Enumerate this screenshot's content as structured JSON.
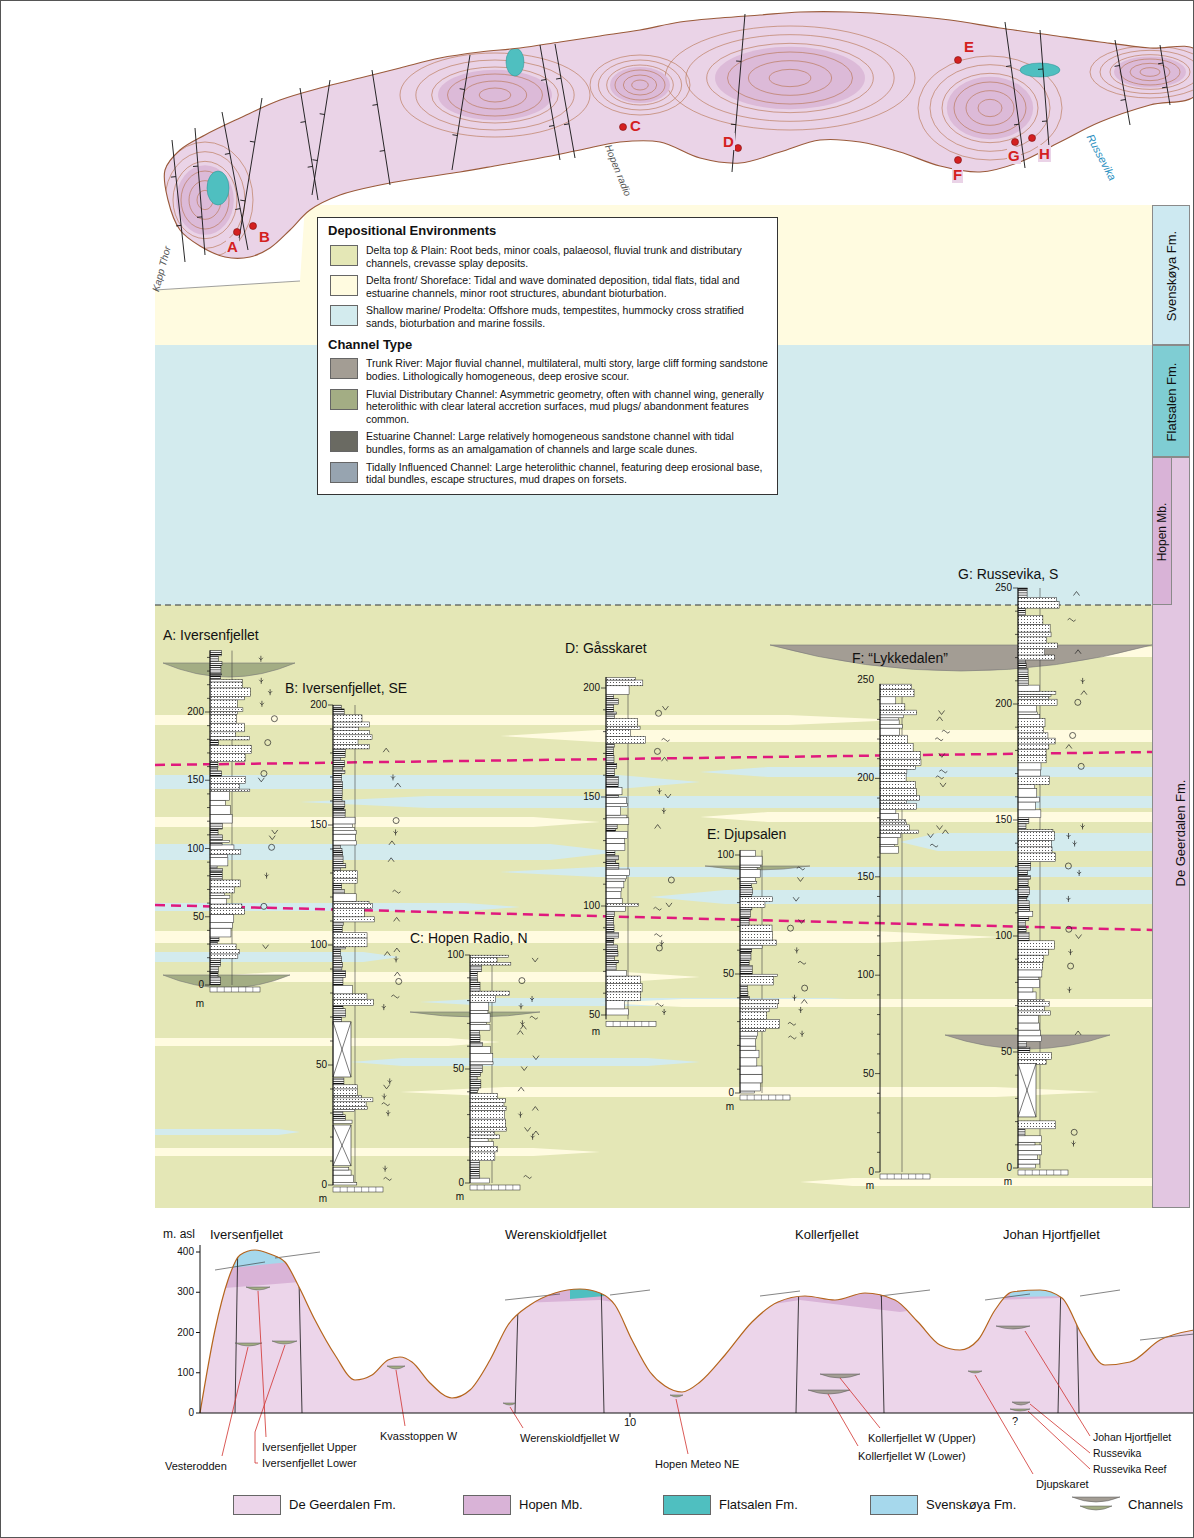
{
  "diagram": {
    "nodes": [
      {
        "text": [
          "Depositional Environments",
          "Channel Type"
        ]
      },
      {
        "text": [
          "Svenskøya Fm."
        ]
      },
      {
        "text": [
          "Flatsalen Fm."
        ]
      },
      {
        "text": [
          "De Geerdalen Fm."
        ]
      },
      {
        "text": [
          "Hopen Mb."
        ],
        "in": 3
      }
    ],
    "labels": [
      "Kapp Thor",
      "Hopen radio",
      "Russevika",
      "A",
      "B",
      "C",
      "D",
      "E",
      "F",
      "G",
      "H",
      "A: Iversenfjellet",
      "B: Iversenfjellet, SE",
      "C: Hopen Radio, N",
      "D: Gåsskaret",
      "E: Djupsalen",
      "F: “Lykkedalen”",
      "G: Russevika, S",
      "200",
      "150",
      "100",
      "50",
      "0",
      "m",
      "200",
      "150",
      "100",
      "50",
      "0",
      "m",
      "100",
      "50",
      "0",
      "m",
      "200",
      "150",
      "100",
      "50",
      "m",
      "100",
      "50",
      "0",
      "m",
      "250",
      "200",
      "150",
      "100",
      "50",
      "0",
      "m",
      "250",
      "200",
      "150",
      "100",
      "50",
      "0",
      "m",
      "m. asl",
      "400",
      "300",
      "200",
      "100",
      "0",
      "10",
      "Iversenfjellet",
      "Werenskioldfjellet",
      "Kollerfjellet",
      "Johan Hjortfjellet",
      "Vesterodden",
      "Iversenfjellet Upper",
      "Iversenfjellet Lower",
      "Kvasstoppen W",
      "Werenskioldfjellet W",
      "Hopen Meteo NE",
      "Kollerfjellet W (Upper)",
      "Kollerfjellet W (Lower)",
      "Djupskaret",
      "Johan Hjortfjellet",
      "Russevika",
      "Russevika Reef",
      "?"
    ],
    "legend": [
      {
        "text": "Delta top & Plain: Root beds, minor coals, palaeosol, fluvial trunk and distributary channels, crevasse splay deposits.",
        "color": "#e4e7b6"
      },
      {
        "text": "Delta front/ Shoreface: Tidal and wave dominated deposition, tidal flats, tidal and estuarine channels, minor root structures, abundant bioturbation.",
        "color": "#fffbe0"
      },
      {
        "text": "Shallow marine/ Prodelta: Offshore muds, tempestites, hummocky cross stratified sands, bioturbation and marine fossils.",
        "color": "#d3ebee"
      },
      {
        "text": "Trunk River: Major fluvial channel, multilateral, multi story, large cliff forming sandstone bodies. Lithologically homogeneous, deep erosive scour.",
        "color": "#a39d94"
      },
      {
        "text": "Fluvial Distributary Channel: Asymmetric geometry, often with channel wing, generally heterolithic with clear lateral accretion surfaces, mud plugs/ abandonment features common.",
        "color": "#a3ad84"
      },
      {
        "text": "Estuarine Channel: Large relatively homogeneous sandstone channel with tidal bundles, forms as an amalgamation of channels and large scale dunes.",
        "color": "#6a6a62"
      },
      {
        "text": "Tidally Influenced Channel: Large heterolithic channel, featuring deep erosional base, tidal bundles, escape structures, mud drapes on forsets.",
        "color": "#97a4b0"
      },
      {
        "text": "De Geerdalen Fm.",
        "color": "#ecd5ea"
      },
      {
        "text": "Hopen Mb.",
        "color": "#d9b3d7"
      },
      {
        "text": "Flatsalen Fm.",
        "color": "#4fbfc0"
      },
      {
        "text": "Svenskøya Fm.",
        "color": "#a6d8ec"
      },
      {
        "text": "Channels"
      }
    ]
  }
}
